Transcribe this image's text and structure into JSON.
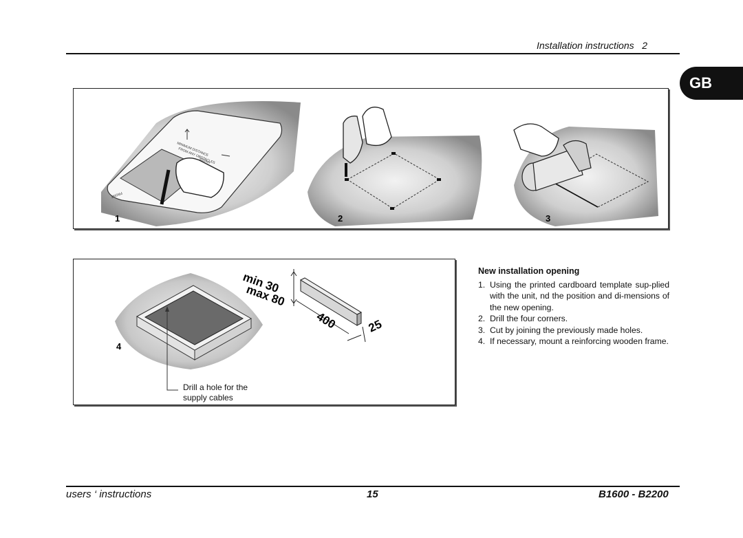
{
  "header": {
    "title": "Installation instructions   2"
  },
  "language_tab": "GB",
  "figure_top": {
    "steps": [
      "1",
      "2",
      "3"
    ],
    "template_text": [
      "MINIMUM DISTANCE",
      "FROM ANY OBSTACLES",
      "300mm",
      "FRONT"
    ]
  },
  "figure_bottom": {
    "step": "4",
    "dim_min": "min 30",
    "dim_max": "max 80",
    "dim_400": "400",
    "dim_25": "25",
    "caption_line1": "Drill a hole for the",
    "caption_line2": "supply cables"
  },
  "instructions": {
    "heading": "New installation opening",
    "items": [
      {
        "n": "1.",
        "text": "Using the printed cardboard template sup-plied with the unit,  nd the position and di-mensions of the new opening."
      },
      {
        "n": "2.",
        "text": "Drill the four corners."
      },
      {
        "n": "3.",
        "text": "Cut by joining the previously made holes."
      },
      {
        "n": "4.",
        "text": "If necessary, mount a reinforcing wooden frame."
      }
    ]
  },
  "footer": {
    "left": "users ‘ instructions",
    "page": "15",
    "model": "B1600 - B2200"
  }
}
